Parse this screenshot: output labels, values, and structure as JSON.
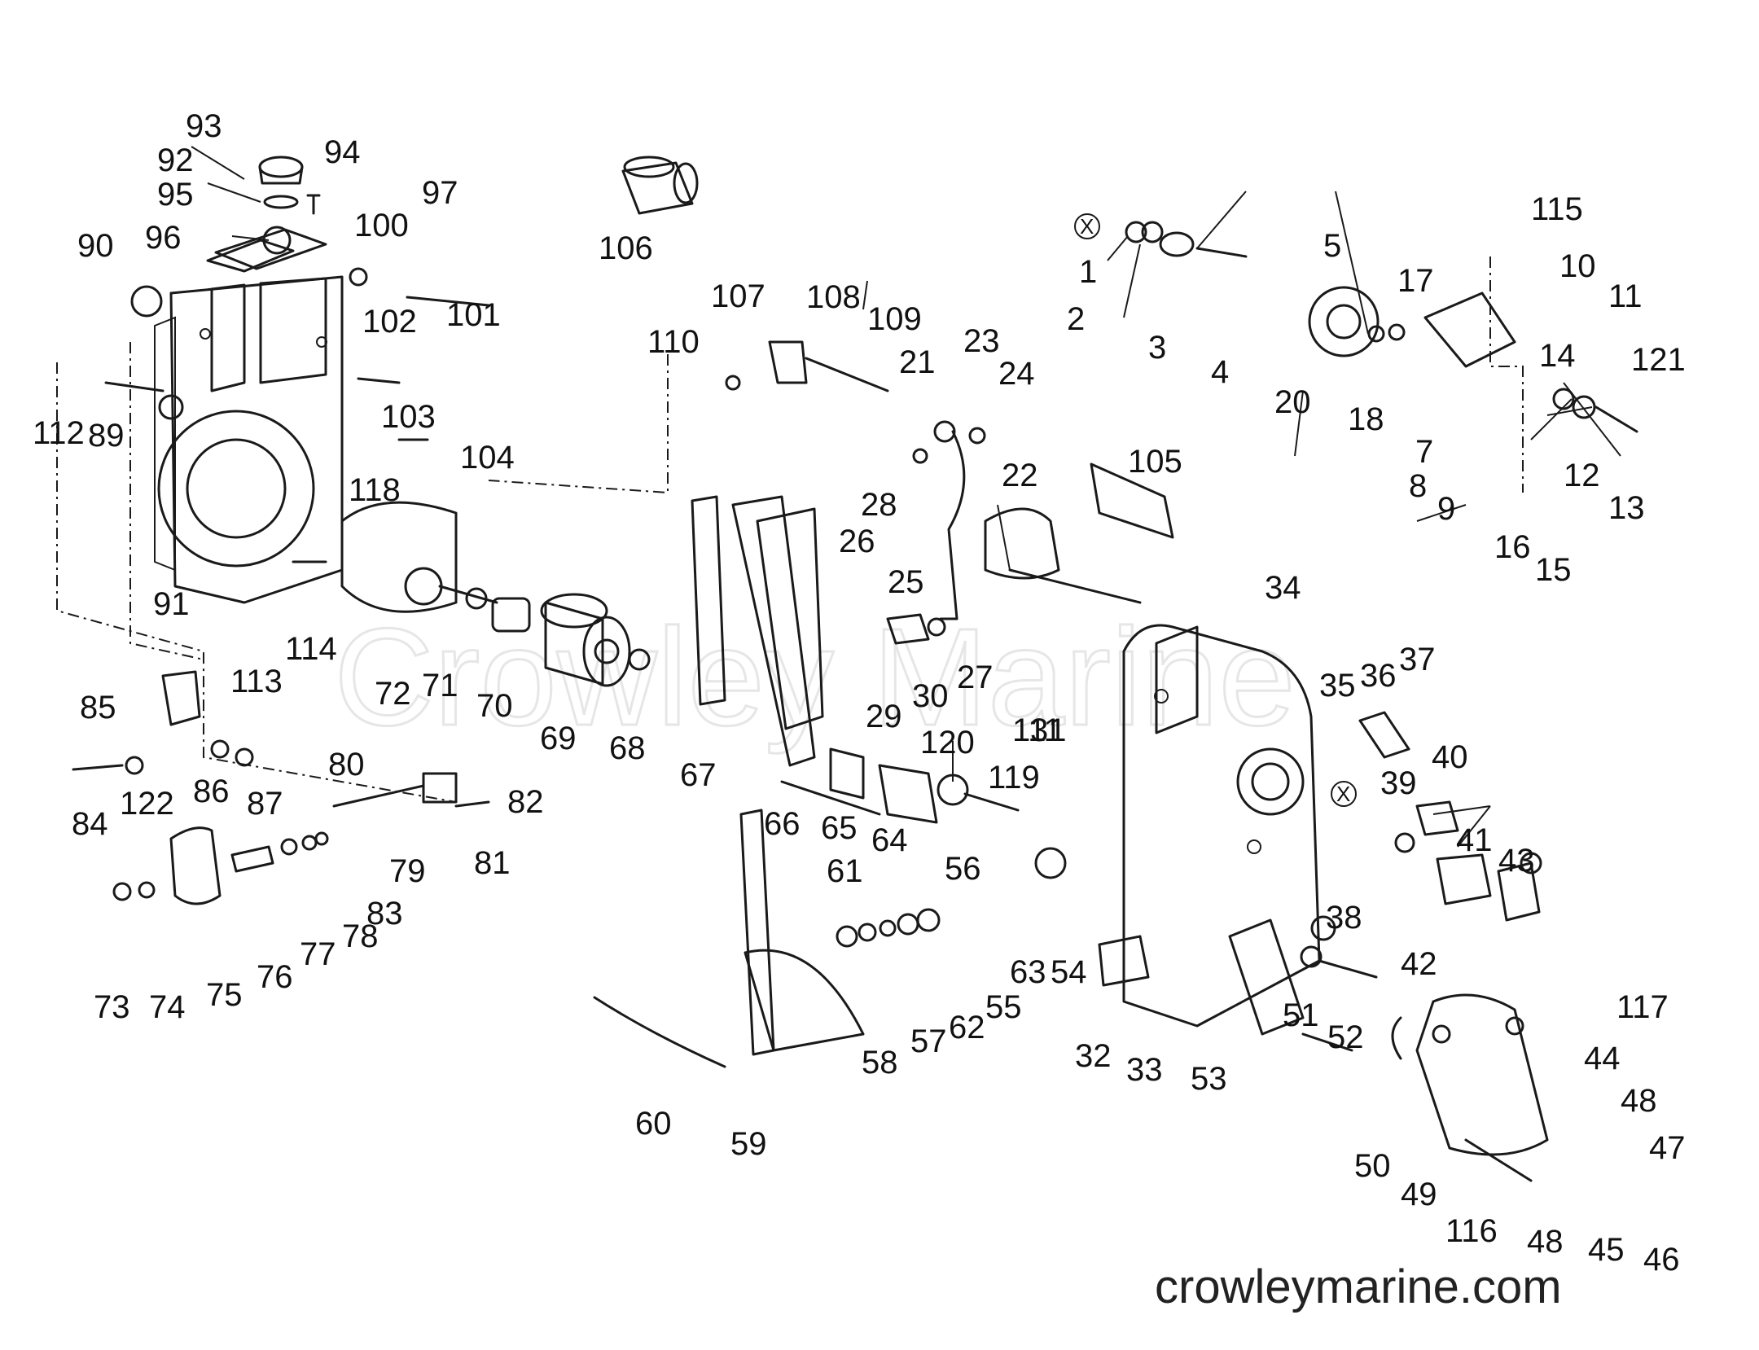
{
  "watermark": "Crowley Marine",
  "website": "crowleymarine.com",
  "reference_mark": "X",
  "callouts": [
    "1",
    "2",
    "3",
    "4",
    "5",
    "7",
    "8",
    "9",
    "10",
    "11",
    "12",
    "13",
    "14",
    "15",
    "16",
    "17",
    "18",
    "20",
    "21",
    "22",
    "23",
    "24",
    "25",
    "26",
    "27",
    "28",
    "29",
    "30",
    "31",
    "32",
    "33",
    "34",
    "35",
    "36",
    "37",
    "38",
    "39",
    "40",
    "41",
    "42",
    "43",
    "44",
    "45",
    "46",
    "47",
    "48",
    "49",
    "50",
    "51",
    "52",
    "53",
    "54",
    "55",
    "56",
    "57",
    "58",
    "59",
    "60",
    "61",
    "62",
    "63",
    "64",
    "65",
    "66",
    "67",
    "68",
    "69",
    "70",
    "71",
    "72",
    "73",
    "74",
    "75",
    "76",
    "77",
    "78",
    "79",
    "80",
    "81",
    "82",
    "83",
    "84",
    "85",
    "86",
    "87",
    "89",
    "90",
    "91",
    "92",
    "93",
    "94",
    "95",
    "96",
    "97",
    "100",
    "101",
    "102",
    "103",
    "104",
    "105",
    "106",
    "107",
    "108",
    "109",
    "110",
    "111",
    "112",
    "113",
    "114",
    "115",
    "116",
    "117",
    "118",
    "119",
    "120",
    "121",
    "122"
  ]
}
